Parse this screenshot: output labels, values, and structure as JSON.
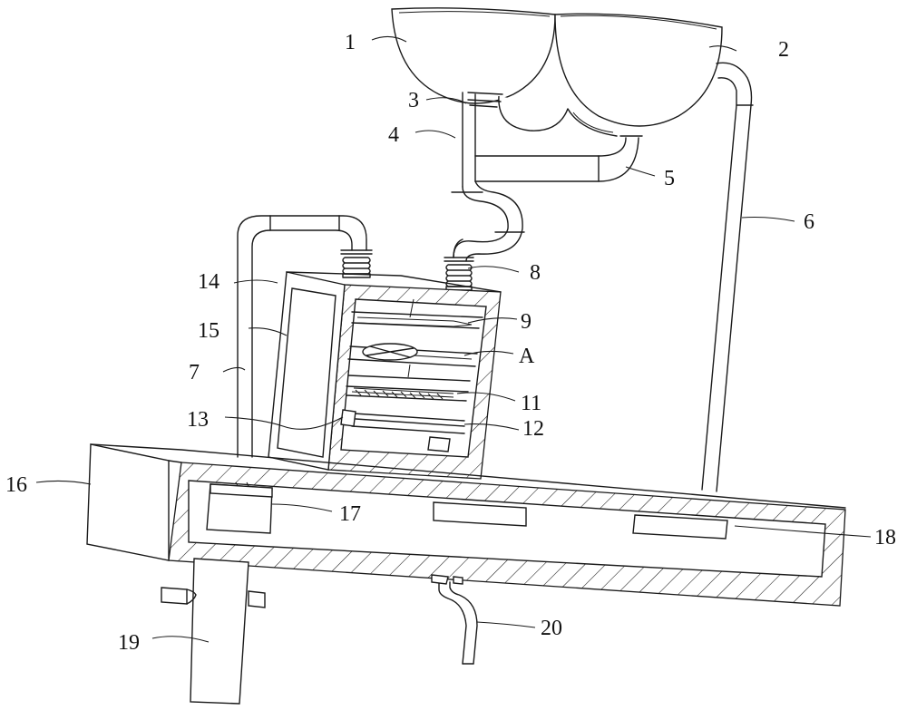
{
  "labels": {
    "l1": "1",
    "l2": "2",
    "l3": "3",
    "l4": "4",
    "l5": "5",
    "l6": "6",
    "l7": "7",
    "l8": "8",
    "l9": "9",
    "lA": "A",
    "l11": "11",
    "l12": "12",
    "l13": "13",
    "l14": "14",
    "l15": "15",
    "l16": "16",
    "l17": "17",
    "l18": "18",
    "l19": "19",
    "l20": "20"
  }
}
